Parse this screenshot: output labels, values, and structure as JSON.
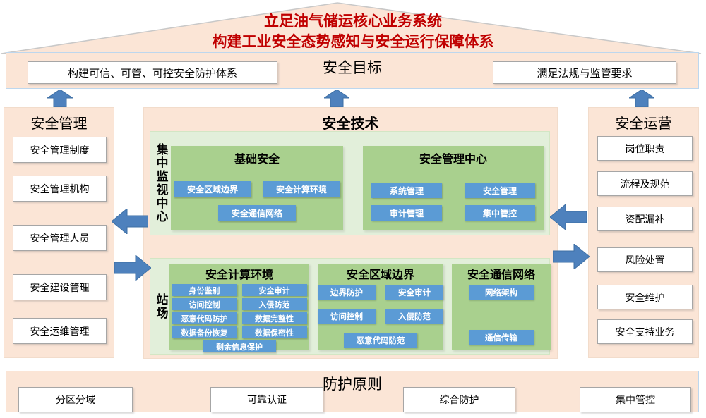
{
  "title": {
    "line1": "立足油气储运核心业务系统",
    "line2": "构建工业安全态势感知与安全运行保障体系"
  },
  "goal": {
    "heading": "安全目标",
    "left_box": "构建可信、可管、可控安全防护体系",
    "right_box": "满足法规与监管要求"
  },
  "left_column": {
    "heading": "安全管理",
    "items": [
      "安全管理制度",
      "安全管理机构",
      "安全管理人员",
      "安全建设管理",
      "安全运维管理"
    ]
  },
  "right_column": {
    "heading": "安全运营",
    "items": [
      "岗位职责",
      "流程及规范",
      "资配漏补",
      "风险处置",
      "安全维护",
      "安全支持业务"
    ]
  },
  "center": {
    "heading": "安全技术",
    "monitor_center": {
      "side_label": "集中监视中心",
      "groups": [
        {
          "title": "基础安全",
          "rows": [
            [
              "安全区域边界",
              "安全计算环境"
            ],
            [
              "安全通信网络"
            ]
          ]
        },
        {
          "title": "安全管理中心",
          "rows": [
            [
              "系统管理",
              "安全管理"
            ],
            [
              "审计管理",
              "集中管控"
            ]
          ]
        }
      ]
    },
    "station": {
      "side_label": "站场",
      "groups": [
        {
          "title": "安全计算环境",
          "rows": [
            [
              "身份鉴别",
              "安全审计"
            ],
            [
              "访问控制",
              "入侵防范"
            ],
            [
              "恶意代码防护",
              "数据完整性"
            ],
            [
              "数据备份恢复",
              "数据保密性"
            ],
            [
              "剩余信息保护"
            ]
          ]
        },
        {
          "title": "安全区域边界",
          "rows": [
            [
              "边界防护",
              "安全审计"
            ],
            [
              "访问控制",
              "入侵防范"
            ],
            [
              "恶意代码防范"
            ]
          ]
        },
        {
          "title": "安全通信网络",
          "rows": [
            [
              "网络架构"
            ],
            [
              "通信传输"
            ]
          ]
        }
      ]
    }
  },
  "bottom": {
    "heading": "防护原则",
    "items": [
      "分区分域",
      "可靠认证",
      "综合防护",
      "集中管控"
    ]
  },
  "colors": {
    "peach": "#FBE5D6",
    "band_border": "#BDD7EE",
    "green_light": "#E2EFDA",
    "green_mid": "#A9D08E",
    "button_blue": "#5B9BD5",
    "arrow_blue": "#4E81BD",
    "arrow_edge": "#3E6FA4",
    "title_red": "#C00000",
    "box_border": "#A6A6A6"
  }
}
